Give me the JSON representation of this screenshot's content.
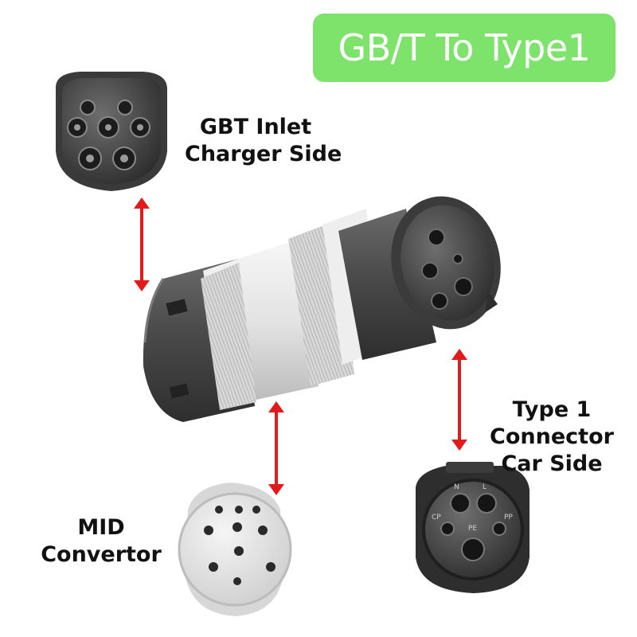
{
  "title": "GB/T To Type1",
  "labels": {
    "gbt_line1": "GBT Inlet",
    "gbt_line2": "Charger Side",
    "type1_line1": "Type 1",
    "type1_line2": "Connector",
    "type1_line3": "Car Side",
    "mid_line1": "MID",
    "mid_line2": "Convertor"
  },
  "pin_labels": {
    "n": "N",
    "l": "L",
    "cp": "CP",
    "pe": "PE",
    "pp": "PP"
  },
  "colors": {
    "title_bg": "#7ee36b",
    "arrow": "#e11b1b",
    "housing": "#4a4a4a",
    "white_part": "#e6e6e6"
  }
}
